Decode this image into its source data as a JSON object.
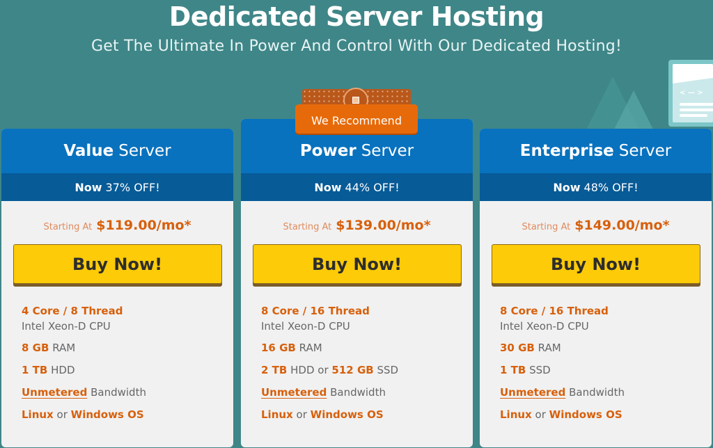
{
  "header": {
    "title": "Dedicated Server Hosting",
    "subtitle": "Get The Ultimate In Power And Control With Our Dedicated Hosting!"
  },
  "badge": {
    "label": "We Recommend",
    "icon": "cpu-chip-icon"
  },
  "colors": {
    "background": "#3f8688",
    "card_header": "#0872be",
    "card_discount": "#075b97",
    "accent_orange": "#d7600c",
    "buy_button": "#fdcb07",
    "badge": "#e76a0a"
  },
  "plans": [
    {
      "name_bold": "Value",
      "name_rest": "Server",
      "discount_bold": "Now",
      "discount_rest": "37% OFF!",
      "price_label": "Starting At",
      "price": "$119.00/mo*",
      "buy_label": "Buy Now!",
      "cpu": "4 Core / 8 Thread",
      "cpu_sub": "Intel Xeon-D CPU",
      "ram_value": "8 GB",
      "ram_label": "RAM",
      "storage_value": "1 TB",
      "storage_label": "HDD",
      "storage_alt_sep": "",
      "storage_alt_value": "",
      "storage_alt_label": "",
      "bandwidth_value": "Unmetered",
      "bandwidth_label": "Bandwidth",
      "os_a": "Linux",
      "os_sep": "or",
      "os_b": "Windows OS"
    },
    {
      "name_bold": "Power",
      "name_rest": "Server",
      "discount_bold": "Now",
      "discount_rest": "44% OFF!",
      "price_label": "Starting At",
      "price": "$139.00/mo*",
      "buy_label": "Buy Now!",
      "cpu": "8 Core / 16 Thread",
      "cpu_sub": "Intel Xeon-D CPU",
      "ram_value": "16 GB",
      "ram_label": "RAM",
      "storage_value": "2 TB",
      "storage_label": "HDD",
      "storage_alt_sep": "or",
      "storage_alt_value": "512 GB",
      "storage_alt_label": "SSD",
      "bandwidth_value": "Unmetered",
      "bandwidth_label": "Bandwidth",
      "os_a": "Linux",
      "os_sep": "or",
      "os_b": "Windows OS"
    },
    {
      "name_bold": "Enterprise",
      "name_rest": "Server",
      "discount_bold": "Now",
      "discount_rest": "48% OFF!",
      "price_label": "Starting At",
      "price": "$149.00/mo*",
      "buy_label": "Buy Now!",
      "cpu": "8 Core / 16 Thread",
      "cpu_sub": "Intel Xeon-D CPU",
      "ram_value": "30 GB",
      "ram_label": "RAM",
      "storage_value": "1 TB",
      "storage_label": "SSD",
      "storage_alt_sep": "",
      "storage_alt_value": "",
      "storage_alt_label": "",
      "bandwidth_value": "Unmetered",
      "bandwidth_label": "Bandwidth",
      "os_a": "Linux",
      "os_sep": "or",
      "os_b": "Windows OS"
    }
  ],
  "decor": {
    "browser_icon": "code-window-icon",
    "browser_code_glyph": "< — >"
  }
}
